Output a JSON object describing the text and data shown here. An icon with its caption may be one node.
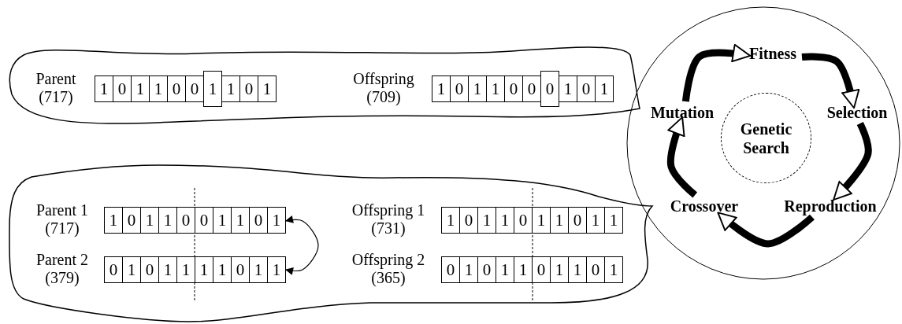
{
  "diagram": {
    "nodes": [
      {
        "text": [],
        "shape": "cloud"
      },
      {
        "text": [],
        "shape": "bar",
        "in": 0,
        "beside": [
          "Parent (717)"
        ]
      },
      {
        "text": [
          "1"
        ],
        "in": 1
      },
      {
        "text": [
          "0"
        ],
        "in": 1
      },
      {
        "text": [
          "1"
        ],
        "in": 1
      },
      {
        "text": [
          "1"
        ],
        "in": 1
      },
      {
        "text": [
          "0"
        ],
        "in": 1
      },
      {
        "text": [
          "0"
        ],
        "in": 1
      },
      {
        "text": [
          "1"
        ],
        "in": 1
      },
      {
        "text": [
          "1"
        ],
        "in": 1
      },
      {
        "text": [
          "0"
        ],
        "in": 1
      },
      {
        "text": [
          "1"
        ],
        "in": 1
      },
      {
        "text": [],
        "shape": "bar",
        "in": 0,
        "beside": [
          "Offspring (709)"
        ]
      },
      {
        "text": [
          "1"
        ],
        "in": 12
      },
      {
        "text": [
          "0"
        ],
        "in": 12
      },
      {
        "text": [
          "1"
        ],
        "in": 12
      },
      {
        "text": [
          "1"
        ],
        "in": 12
      },
      {
        "text": [
          "0"
        ],
        "in": 12
      },
      {
        "text": [
          "0"
        ],
        "in": 12
      },
      {
        "text": [
          "0"
        ],
        "in": 12
      },
      {
        "text": [
          "1"
        ],
        "in": 12
      },
      {
        "text": [
          "0"
        ],
        "in": 12
      },
      {
        "text": [
          "1"
        ],
        "in": 12
      },
      {
        "text": [],
        "shape": "cloud"
      },
      {
        "text": [],
        "shape": "bar",
        "in": 23,
        "beside": [
          "Parent 1 (717)"
        ]
      },
      {
        "text": [
          "1"
        ],
        "in": 24
      },
      {
        "text": [
          "0"
        ],
        "in": 24
      },
      {
        "text": [
          "1"
        ],
        "in": 24
      },
      {
        "text": [
          "1"
        ],
        "in": 24
      },
      {
        "text": [
          "0"
        ],
        "in": 24
      },
      {
        "text": [
          "0"
        ],
        "in": 24
      },
      {
        "text": [
          "1"
        ],
        "in": 24
      },
      {
        "text": [
          "1"
        ],
        "in": 24
      },
      {
        "text": [
          "0"
        ],
        "in": 24
      },
      {
        "text": [
          "1"
        ],
        "in": 24
      },
      {
        "text": [],
        "shape": "bar",
        "in": 23,
        "beside": [
          "Parent 2 (379)"
        ]
      },
      {
        "text": [
          "0"
        ],
        "in": 35
      },
      {
        "text": [
          "1"
        ],
        "in": 35
      },
      {
        "text": [
          "0"
        ],
        "in": 35
      },
      {
        "text": [
          "1"
        ],
        "in": 35
      },
      {
        "text": [
          "1"
        ],
        "in": 35
      },
      {
        "text": [
          "1"
        ],
        "in": 35
      },
      {
        "text": [
          "1"
        ],
        "in": 35
      },
      {
        "text": [
          "0"
        ],
        "in": 35
      },
      {
        "text": [
          "1"
        ],
        "in": 35
      },
      {
        "text": [
          "1"
        ],
        "in": 35
      },
      {
        "text": [],
        "shape": "bar",
        "in": 23,
        "beside": [
          "Offspring 1 (731)"
        ]
      },
      {
        "text": [
          "1"
        ],
        "in": 46
      },
      {
        "text": [
          "0"
        ],
        "in": 46
      },
      {
        "text": [
          "1"
        ],
        "in": 46
      },
      {
        "text": [
          "1"
        ],
        "in": 46
      },
      {
        "text": [
          "0"
        ],
        "in": 46
      },
      {
        "text": [
          "1"
        ],
        "in": 46
      },
      {
        "text": [
          "1"
        ],
        "in": 46
      },
      {
        "text": [
          "0"
        ],
        "in": 46
      },
      {
        "text": [
          "1"
        ],
        "in": 46
      },
      {
        "text": [
          "1"
        ],
        "in": 46
      },
      {
        "text": [],
        "shape": "bar",
        "in": 23,
        "beside": [
          "Offspring 2 (365)"
        ]
      },
      {
        "text": [
          "0"
        ],
        "in": 57
      },
      {
        "text": [
          "1"
        ],
        "in": 57
      },
      {
        "text": [
          "0"
        ],
        "in": 57
      },
      {
        "text": [
          "1"
        ],
        "in": 57
      },
      {
        "text": [
          "1"
        ],
        "in": 57
      },
      {
        "text": [
          "0"
        ],
        "in": 57
      },
      {
        "text": [
          "1"
        ],
        "in": 57
      },
      {
        "text": [
          "1"
        ],
        "in": 57
      },
      {
        "text": [
          "0"
        ],
        "in": 57
      },
      {
        "text": [
          "1"
        ],
        "in": 57
      },
      {
        "text": [],
        "shape": "circle"
      },
      {
        "text": [
          "Fitness"
        ],
        "in": 68
      },
      {
        "text": [
          "Selection"
        ],
        "in": 68
      },
      {
        "text": [
          "Reproduction"
        ],
        "in": 68
      },
      {
        "text": [
          "Crossover"
        ],
        "in": 68
      },
      {
        "text": [
          "Mutation"
        ],
        "in": 68
      },
      {
        "text": [
          "Genetic Search"
        ],
        "in": 68
      }
    ],
    "edges": [
      {
        "from": 24,
        "to": 35,
        "arrow": "both"
      },
      {
        "from": 69,
        "to": 70,
        "arrow": "to"
      },
      {
        "from": 70,
        "to": 71,
        "arrow": "to"
      },
      {
        "from": 71,
        "to": 72,
        "arrow": "to"
      },
      {
        "from": 72,
        "to": 73,
        "arrow": "to"
      },
      {
        "from": 73,
        "to": 69,
        "arrow": "to"
      }
    ]
  }
}
